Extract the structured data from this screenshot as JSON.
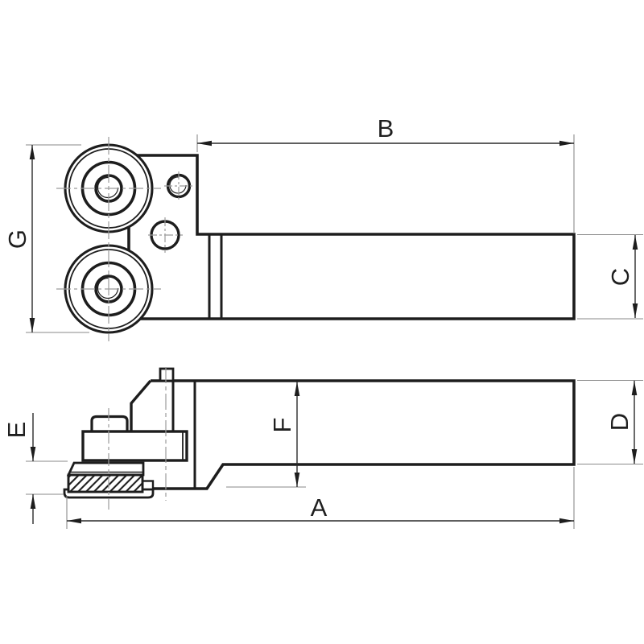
{
  "drawing": {
    "kind": "engineering-orthographic-drawing",
    "subject": "knurling tool holder with two knurling wheels and shank",
    "views": {
      "top": "front view: head with two knurling wheels, two tapped holes, square shank",
      "bottom": "side view: shank, clamp block, screw head, hatched knurl roll section"
    }
  },
  "labels": {
    "A": "A",
    "B": "B",
    "C": "C",
    "D": "D",
    "E": "E",
    "F": "F",
    "G": "G"
  },
  "colors": {
    "background": "#ffffff",
    "object_line": "#1d1d1d",
    "dimension_line": "#2a2a2a",
    "extension_line": "#8a8a8a",
    "center_line": "#9b9b9b"
  }
}
